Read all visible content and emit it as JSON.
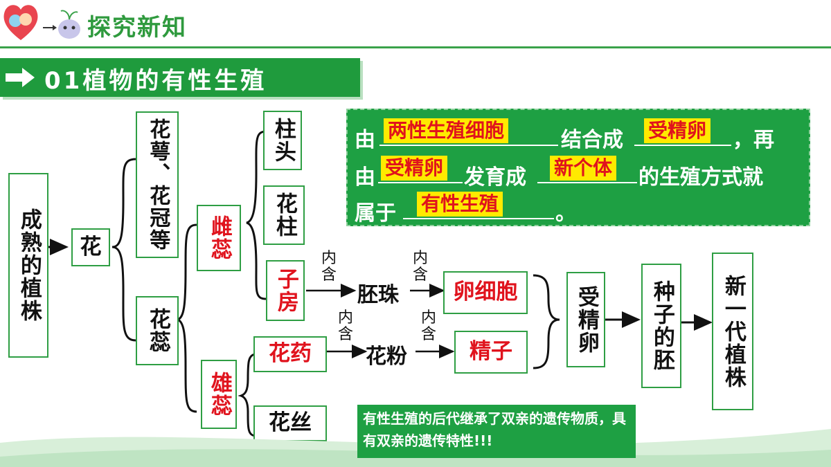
{
  "header": {
    "title": "探究新知",
    "logo_icons": [
      "heart-icon",
      "seedling-icon"
    ]
  },
  "section": {
    "title": "01植物的有性生殖"
  },
  "diagram": {
    "root": "成熟的植株",
    "flower": "花",
    "perianth": "花萼、花冠等",
    "stamen_pistil": "花蕊",
    "pistil": "雌蕊",
    "stamen": "雄蕊",
    "stigma": "柱头",
    "style": "花柱",
    "ovary": "子房",
    "anther": "花药",
    "filament": "花丝",
    "ovule": "胚珠",
    "pollen": "花粉",
    "egg": "卵细胞",
    "sperm": "精子",
    "zygote": "受精卵",
    "embryo": "种子的胚",
    "new_plant": "新一代植株",
    "contains_label": "内含"
  },
  "definition": {
    "p1": "由",
    "a1": "两性生殖细胞",
    "p2": "结合成",
    "a2": "受精卵",
    "p3": "，再",
    "p4": "由",
    "a3": "受精卵",
    "p5": "发育成",
    "a4": "新个体",
    "p6": "的生殖方式就",
    "p7": "属于",
    "a5": "有性生殖",
    "p8": "。"
  },
  "note": {
    "text": "有性生殖的后代继承了双亲的遗传物质，具有双亲的遗传特性!!!"
  },
  "colors": {
    "green": "#1ea043",
    "red": "#e0131d",
    "yellow": "#ffea00"
  }
}
